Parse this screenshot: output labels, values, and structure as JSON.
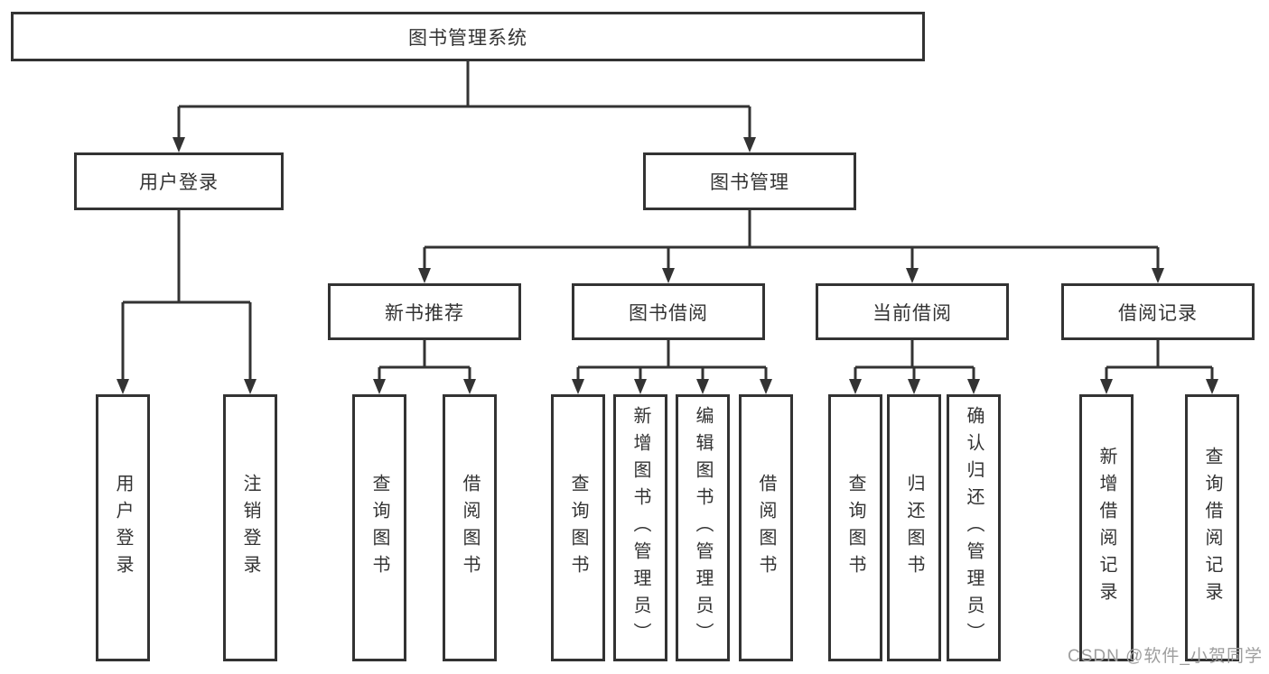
{
  "diagram": {
    "title": "图书管理系统",
    "watermark": "CSDN @软件_小贺同学",
    "colors": {
      "line": "#333333",
      "text": "#333333",
      "box_background": "#ffffff",
      "watermark": "#9e9e9e"
    },
    "tree": {
      "label": "图书管理系统",
      "children": [
        {
          "label": "用户登录",
          "children": [
            {
              "label": "用户登录"
            },
            {
              "label": "注销登录"
            }
          ]
        },
        {
          "label": "图书管理",
          "children": [
            {
              "label": "新书推荐",
              "children": [
                {
                  "label": "查询图书"
                },
                {
                  "label": "借阅图书"
                }
              ]
            },
            {
              "label": "图书借阅",
              "children": [
                {
                  "label": "查询图书"
                },
                {
                  "label": "新增图书（管理员）"
                },
                {
                  "label": "编辑图书（管理员）"
                },
                {
                  "label": "借阅图书"
                }
              ]
            },
            {
              "label": "当前借阅",
              "children": [
                {
                  "label": "查询图书"
                },
                {
                  "label": "归还图书"
                },
                {
                  "label": "确认归还（管理员）"
                }
              ]
            },
            {
              "label": "借阅记录",
              "children": [
                {
                  "label": "新增借阅记录"
                },
                {
                  "label": "查询借阅记录"
                }
              ]
            }
          ]
        }
      ]
    }
  }
}
